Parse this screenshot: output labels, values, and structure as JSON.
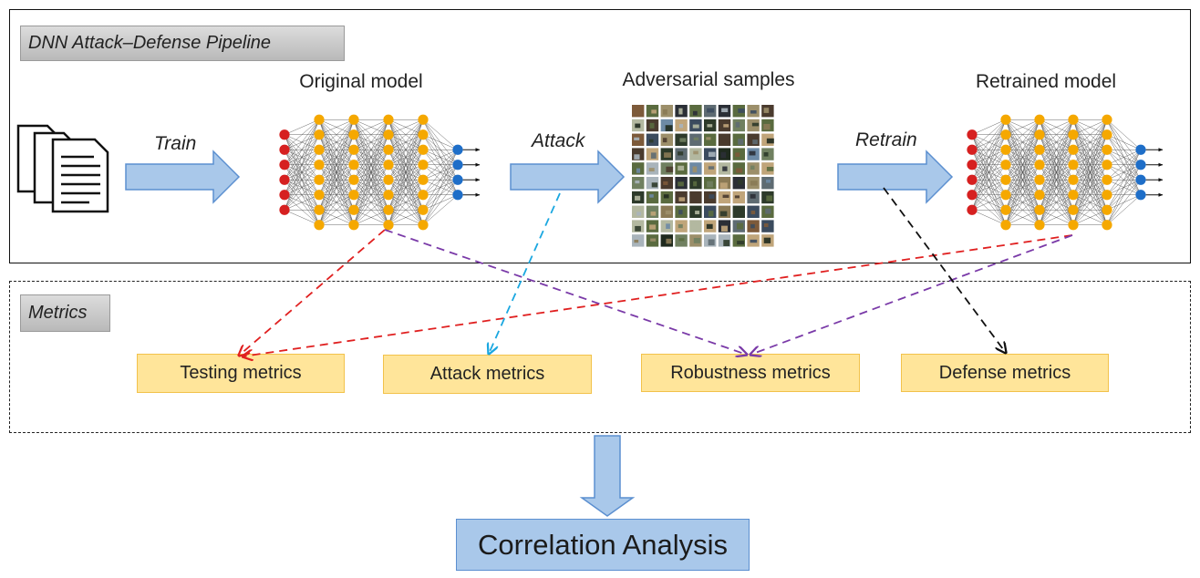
{
  "pipeline": {
    "title": "DNN Attack–Defense Pipeline",
    "stages": {
      "original": "Original  model",
      "adversarial": "Adversarial  samples",
      "retrained": "Retrained model"
    },
    "steps": {
      "train": "Train",
      "attack": "Attack",
      "retrain": "Retrain"
    }
  },
  "metrics": {
    "title": "Metrics",
    "items": {
      "testing": "Testing metrics",
      "attack": "Attack metrics",
      "robustness": "Robustness metrics",
      "defense": "Defense metrics"
    }
  },
  "analysis": {
    "label": "Correlation Analysis"
  },
  "colors": {
    "arrow_fill": "#a9c8ea",
    "arrow_stroke": "#5b8fd0",
    "metric_fill": "#ffe59a",
    "metric_border": "#f2c24b",
    "input_node": "#d62020",
    "hidden_node": "#f5a800",
    "output_node": "#1e6ec8",
    "red_dash": "#e02020",
    "purple_dash": "#7a3aa8",
    "cyan_dash": "#1aa7e0",
    "black_dash": "#111111"
  },
  "icons": [
    "documents-icon",
    "neural-network-icon",
    "image-grid-icon"
  ]
}
